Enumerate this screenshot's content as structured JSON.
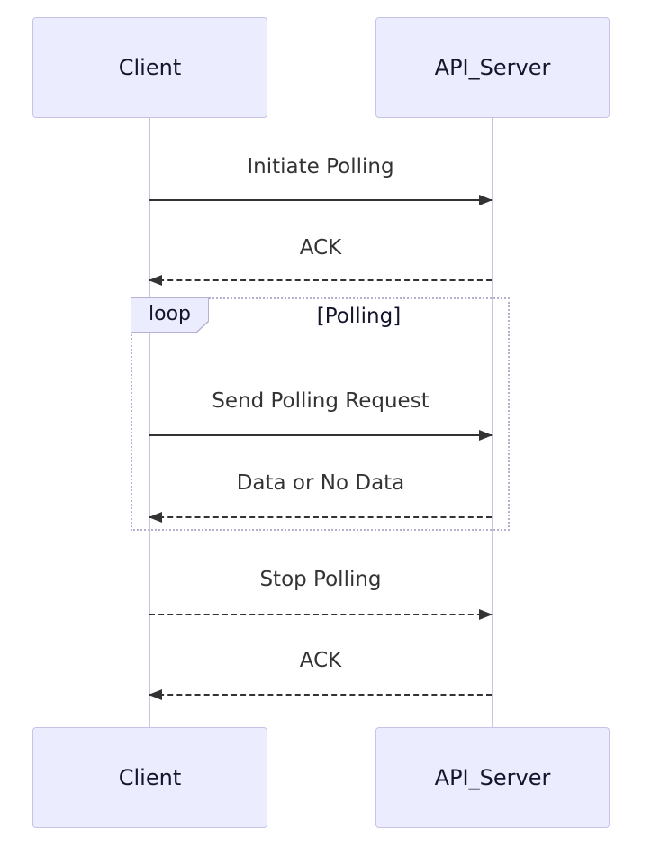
{
  "diagram": {
    "type": "sequence",
    "participants": [
      {
        "id": "client",
        "label": "Client"
      },
      {
        "id": "api_server",
        "label": "API_Server"
      }
    ],
    "messages": [
      {
        "label": "Initiate Polling",
        "from": "client",
        "to": "api_server",
        "line": "solid",
        "direction": "right"
      },
      {
        "label": "ACK",
        "from": "api_server",
        "to": "client",
        "line": "dashed",
        "direction": "left"
      },
      {
        "label": "Send Polling Request",
        "from": "client",
        "to": "api_server",
        "line": "solid",
        "direction": "right"
      },
      {
        "label": "Data or No Data",
        "from": "api_server",
        "to": "client",
        "line": "dashed",
        "direction": "left"
      },
      {
        "label": "Stop Polling",
        "from": "client",
        "to": "api_server",
        "line": "dashed",
        "direction": "right"
      },
      {
        "label": "ACK",
        "from": "api_server",
        "to": "client",
        "line": "dashed",
        "direction": "left"
      }
    ],
    "loop": {
      "keyword": "loop",
      "condition": "[Polling]",
      "contains_message_indices": [
        2,
        3
      ]
    },
    "colors": {
      "actor_fill": "#ECECFF",
      "actor_border": "#C7C3E6",
      "actor_text": "#14142B",
      "lifeline": "#C8C4E4",
      "loop_border": "#B6B0D2",
      "message_text": "#333333",
      "arrow": "#333333",
      "background": "#FFFFFF"
    }
  }
}
